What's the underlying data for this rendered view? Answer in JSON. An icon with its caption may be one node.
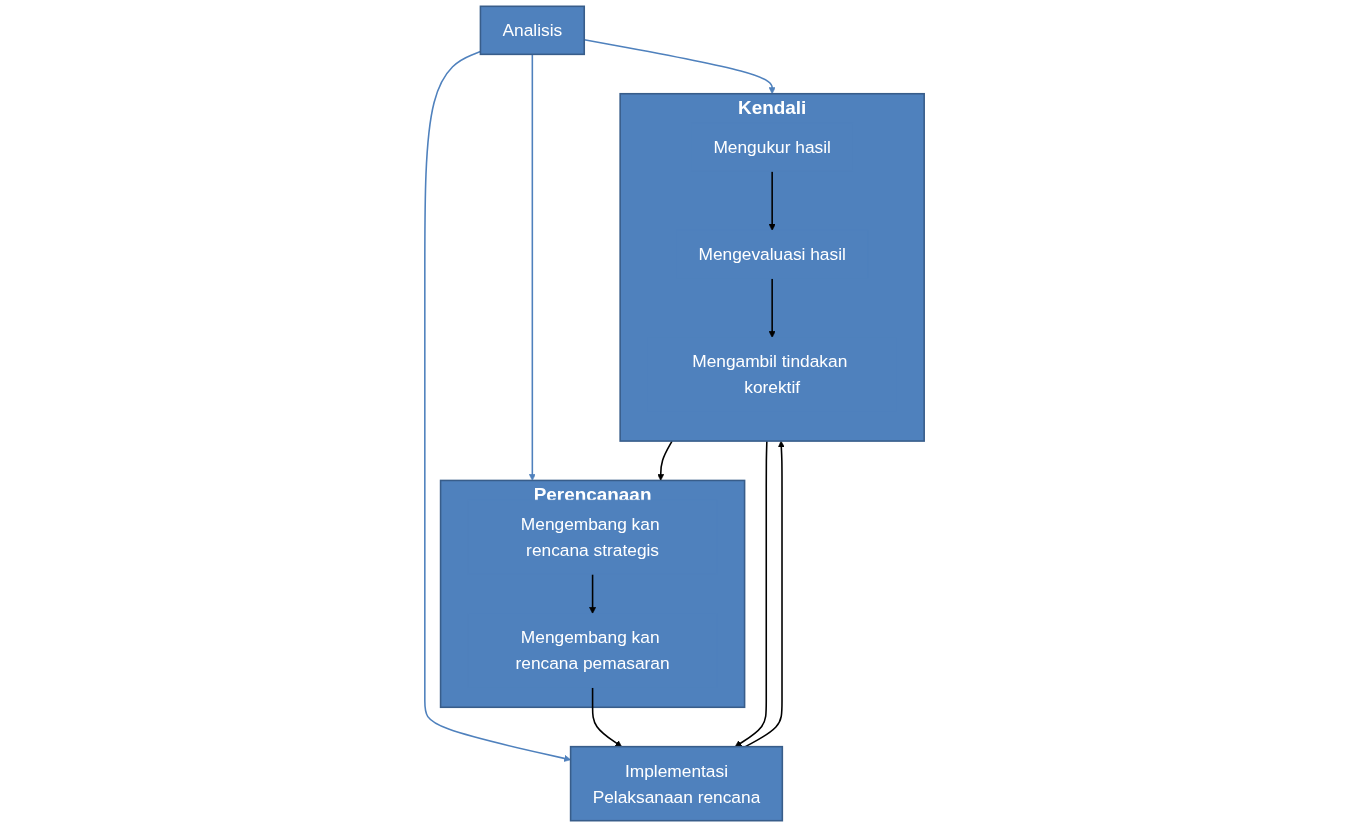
{
  "diagram": {
    "nodes": [
      {
        "text": [
          "Analisis"
        ]
      },
      {
        "text": [
          "Perencanaan"
        ]
      },
      {
        "text": [
          "Mengembang kan rencana strategis"
        ],
        "in": 1
      },
      {
        "text": [
          "Mengembang kan rencana pemasaran"
        ],
        "in": 1
      },
      {
        "text": [
          "Implementasi",
          "Pelaksanaan rencana"
        ]
      },
      {
        "text": [
          "Kendali"
        ]
      },
      {
        "text": [
          "Mengukur hasil"
        ],
        "in": 5
      },
      {
        "text": [
          "Mengevaluasi hasil"
        ],
        "in": 5
      },
      {
        "text": [
          "Mengambil tindakan korektif"
        ],
        "in": 5
      }
    ],
    "edges": [
      {
        "from": 0,
        "to": 1,
        "arrow": "to",
        "color": "#4f81bd"
      },
      {
        "from": 0,
        "to": 4,
        "arrow": "to",
        "color": "#4f81bd"
      },
      {
        "from": 0,
        "to": 5,
        "arrow": "to",
        "color": "#4f81bd"
      },
      {
        "from": 2,
        "to": 3,
        "arrow": "to"
      },
      {
        "from": 3,
        "to": 4,
        "arrow": "to"
      },
      {
        "from": 4,
        "to": 5,
        "arrow": "to"
      },
      {
        "from": 6,
        "to": 7,
        "arrow": "to"
      },
      {
        "from": 7,
        "to": 8,
        "arrow": "to"
      },
      {
        "from": 5,
        "to": 1,
        "arrow": "to"
      },
      {
        "from": 5,
        "to": 4,
        "arrow": "to"
      }
    ]
  }
}
